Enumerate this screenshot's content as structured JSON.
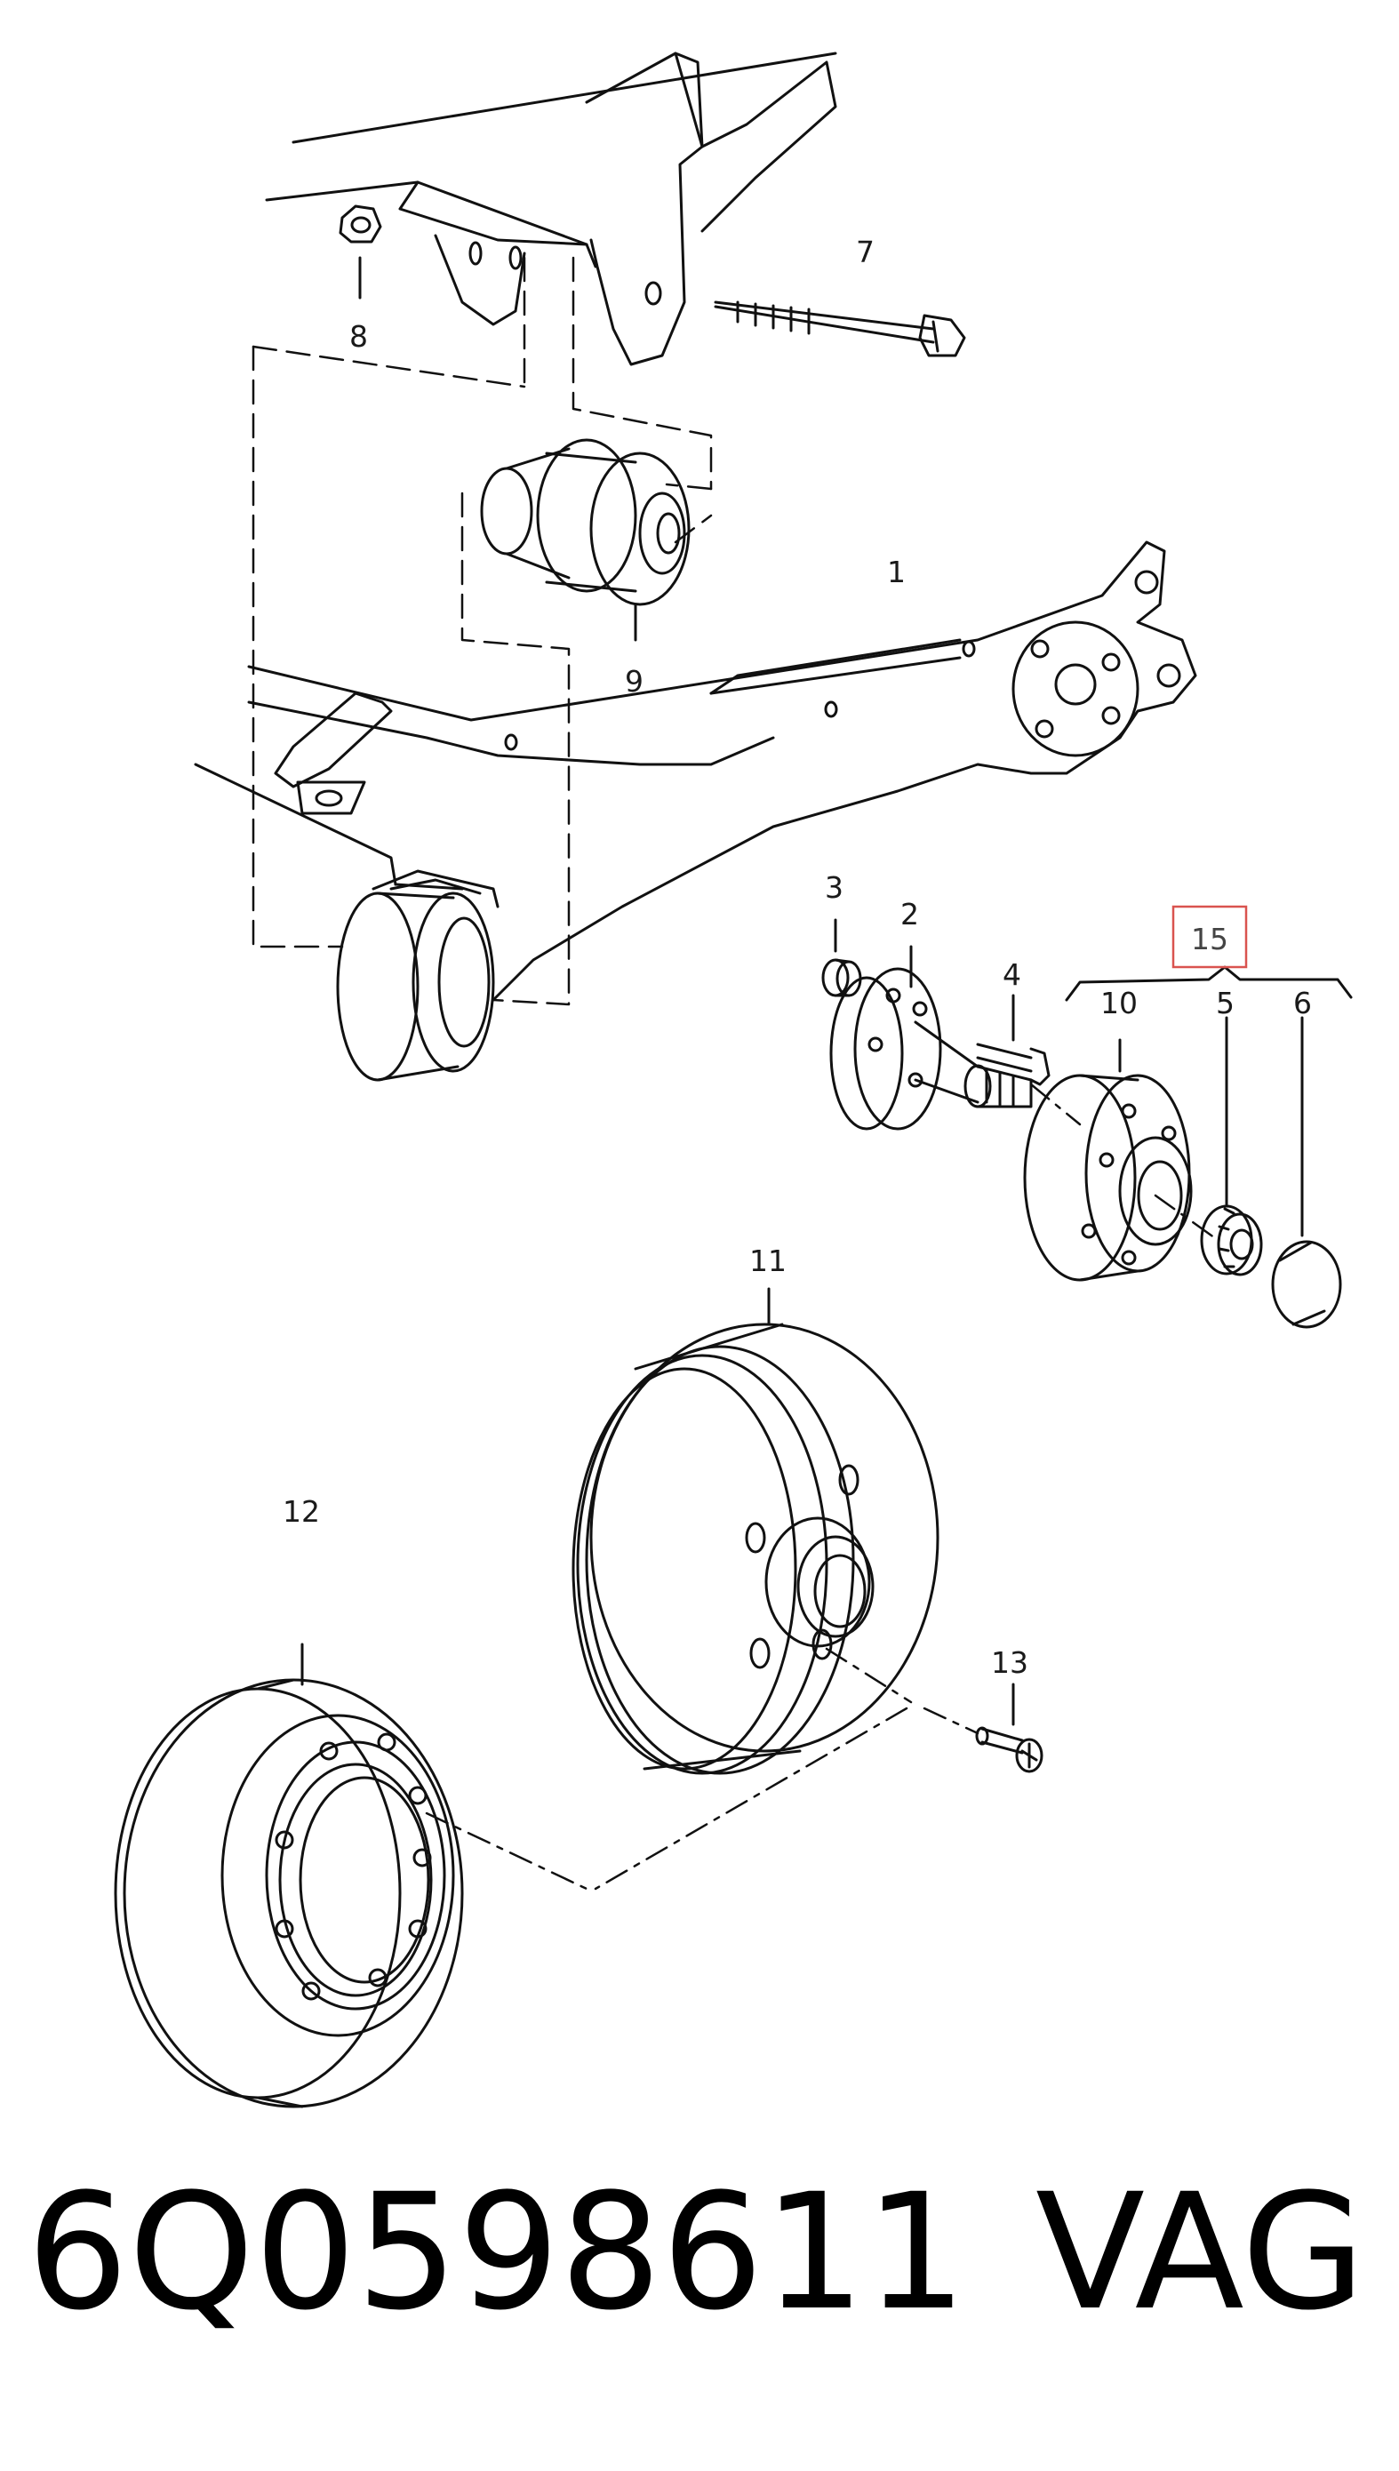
{
  "diagram": {
    "callouts": {
      "c1": "1",
      "c2": "2",
      "c3": "3",
      "c4": "4",
      "c5": "5",
      "c6": "6",
      "c7": "7",
      "c8": "8",
      "c9": "9",
      "c10": "10",
      "c11": "11",
      "c12": "12",
      "c13": "13",
      "c15": "15"
    },
    "highlight_color": "#d9534f"
  },
  "footer": {
    "part_number": "6Q0598611",
    "brand": "VAG"
  }
}
